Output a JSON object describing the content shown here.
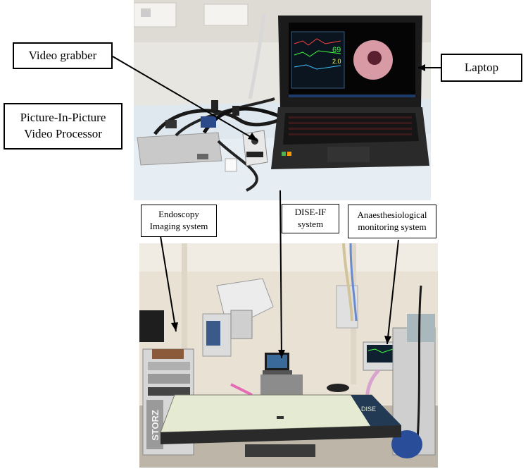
{
  "top_labels": {
    "video_grabber": "Video grabber",
    "pip_line1": "Picture-In-Picture",
    "pip_line2": "Video Processor",
    "laptop": "Laptop"
  },
  "bottom_labels": {
    "endoscopy_line1": "Endoscopy",
    "endoscopy_line2": "Imaging system",
    "dise_line1": "DISE-IF",
    "dise_line2": "system",
    "anaes_line1": "Anaesthesiological",
    "anaes_line2": "monitoring system"
  },
  "laptop_screen": {
    "vital1": "69",
    "vital2": "2.0"
  },
  "equipment_text": {
    "storz": "STORZ",
    "table_mark": "DISE"
  }
}
